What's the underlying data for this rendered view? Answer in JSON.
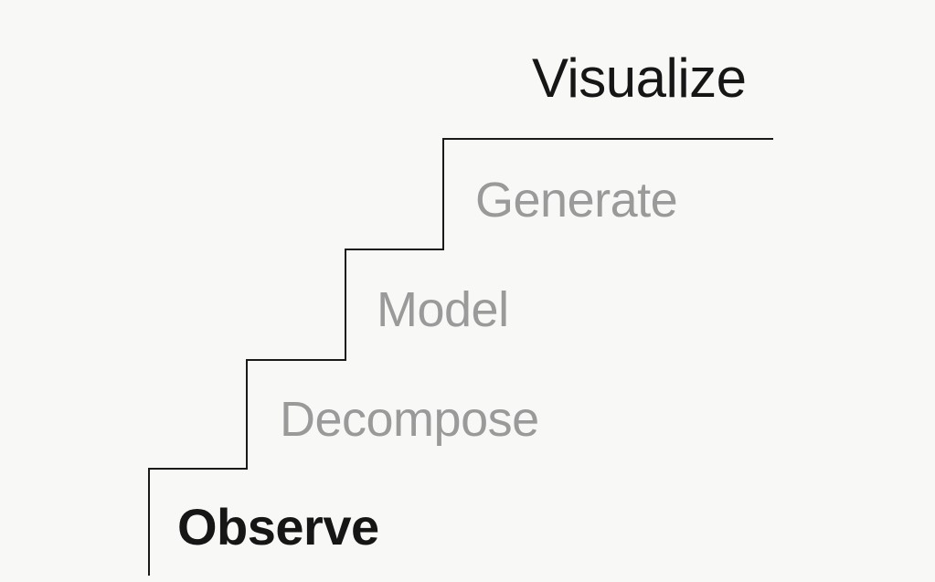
{
  "diagram": {
    "steps": [
      {
        "label": "Observe",
        "emphasis": "bold"
      },
      {
        "label": "Decompose",
        "emphasis": "muted"
      },
      {
        "label": "Model",
        "emphasis": "muted"
      },
      {
        "label": "Generate",
        "emphasis": "muted"
      },
      {
        "label": "Visualize",
        "emphasis": "strong"
      }
    ],
    "colors": {
      "background": "#f8f8f7",
      "line": "#1a1a1a",
      "emphasis_text": "#161616",
      "muted_text": "#9a9a9a"
    }
  }
}
